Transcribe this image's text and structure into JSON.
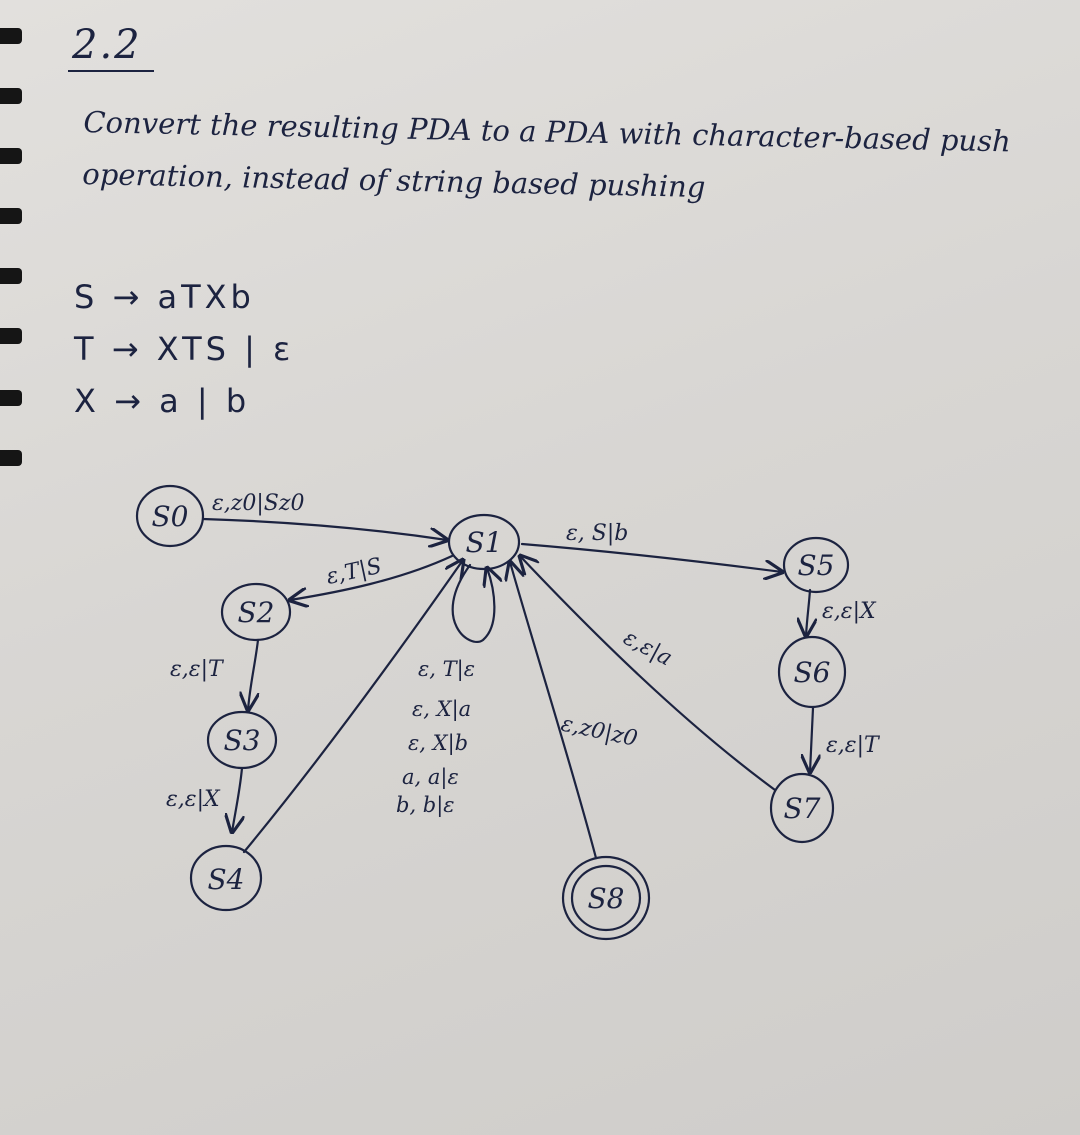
{
  "heading": "2.2",
  "task": "Convert the resulting PDA to a PDA with character-based push operation, instead of string based pushing",
  "grammar": [
    "S → aTXb",
    "T → XTS | ε",
    "X → a | b"
  ],
  "states": [
    {
      "id": "s0",
      "label": "S0"
    },
    {
      "id": "s1",
      "label": "S1"
    },
    {
      "id": "s2",
      "label": "S2"
    },
    {
      "id": "s3",
      "label": "S3"
    },
    {
      "id": "s4",
      "label": "S4"
    },
    {
      "id": "s5",
      "label": "S5"
    },
    {
      "id": "s6",
      "label": "S6"
    },
    {
      "id": "s7",
      "label": "S7"
    },
    {
      "id": "s8",
      "label": "S8"
    }
  ],
  "transitions": [
    {
      "id": "t01",
      "label": "ε,z0|Sz0"
    },
    {
      "id": "t12",
      "label": "ε,T|S"
    },
    {
      "id": "t23",
      "label": "ε,ε|T"
    },
    {
      "id": "t34",
      "label": "ε,ε|X"
    },
    {
      "id": "t15",
      "label": "ε, S|b"
    },
    {
      "id": "t56",
      "label": "ε,ε|X"
    },
    {
      "id": "t67",
      "label": "ε,ε|T"
    },
    {
      "id": "t71",
      "label": "ε,ε|a"
    },
    {
      "id": "t18",
      "label": "ε,z0|z0"
    }
  ],
  "loop_labels": [
    "ε, T|ε",
    "ε, X|a",
    "ε, X|b",
    "a, a|ε",
    "b, b|ε"
  ],
  "colors": {
    "ink": "#1c2340",
    "paper": "#dcdad7"
  }
}
